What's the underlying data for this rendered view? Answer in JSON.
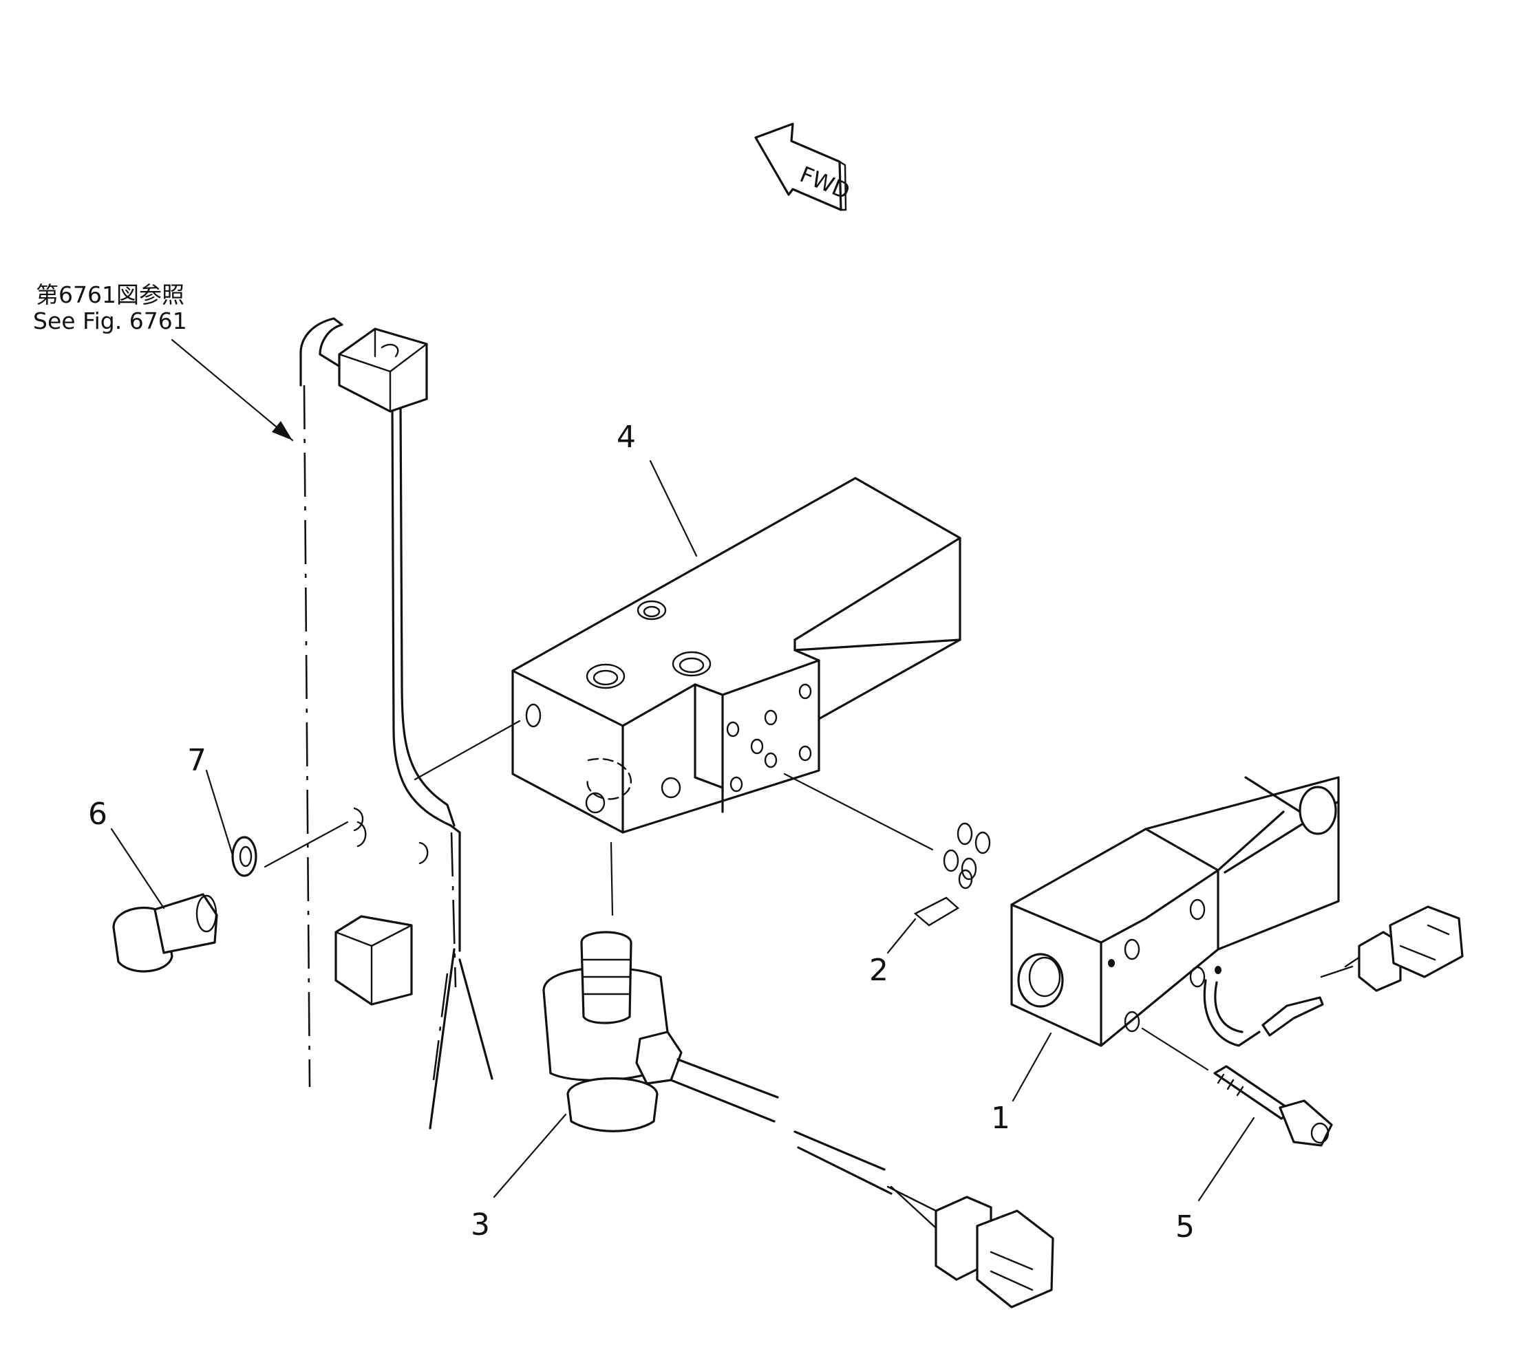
{
  "diagram": {
    "reference_jp": "第6761図参照",
    "reference_en": "See Fig. 6761",
    "direction_label": "FWD",
    "part_numbers": [
      "1",
      "2",
      "3",
      "4",
      "5",
      "6",
      "7"
    ]
  },
  "icons": {
    "direction": "fwd-arrow-icon"
  }
}
